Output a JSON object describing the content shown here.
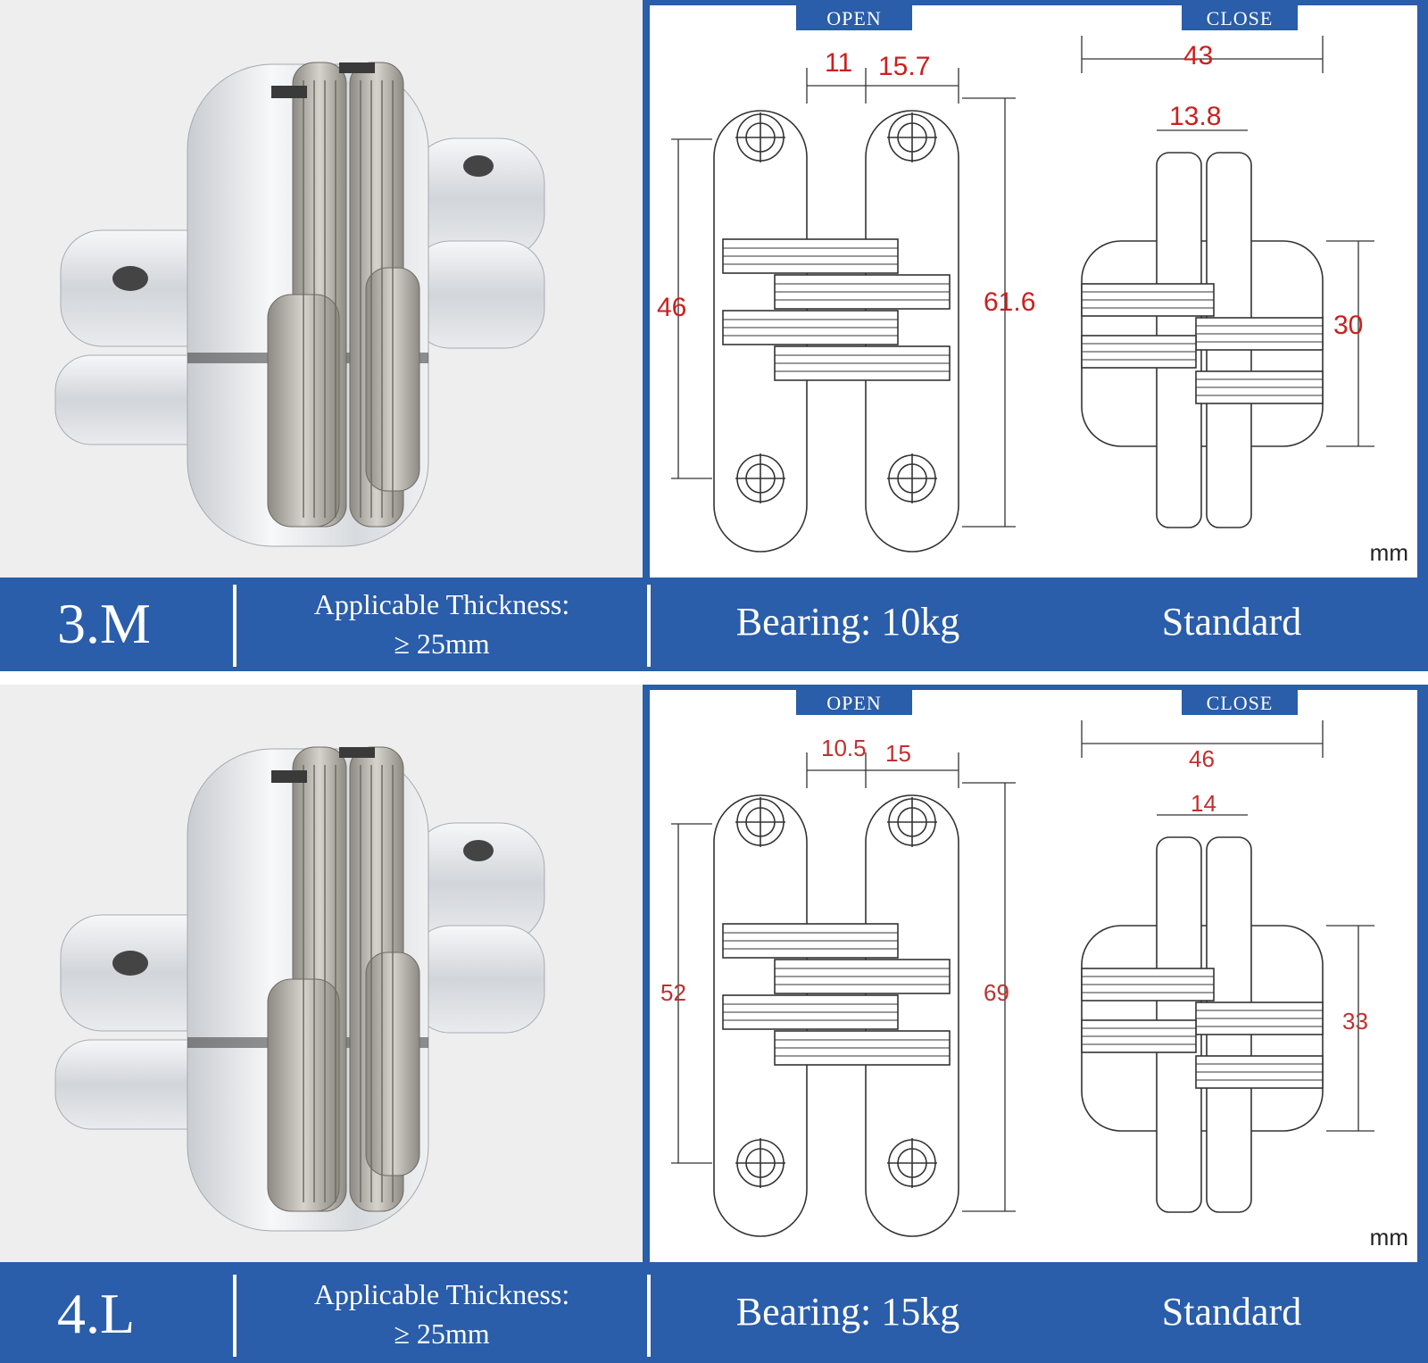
{
  "panels": [
    {
      "open_label": "OPEN",
      "close_label": "CLOSE",
      "open_dims": {
        "width_a": "11",
        "width_b": "15.7",
        "inner_height": "46",
        "total_height": "61.6"
      },
      "close_dims": {
        "total_width": "43",
        "slot_width": "13.8",
        "body_height": "30"
      },
      "unit": "mm",
      "model": "3.M",
      "thickness_label": "Applicable Thickness:",
      "thickness_value": "≥ 25mm",
      "bearing": "Bearing: 10kg",
      "grade": "Standard"
    },
    {
      "open_label": "OPEN",
      "close_label": "CLOSE",
      "open_dims": {
        "width_a": "10.5",
        "width_b": "15",
        "inner_height": "52",
        "total_height": "69"
      },
      "close_dims": {
        "total_width": "46",
        "slot_width": "14",
        "body_height": "33"
      },
      "unit": "mm",
      "model": "4.L",
      "thickness_label": "Applicable Thickness:",
      "thickness_value": "≥ 25mm",
      "bearing": "Bearing: 15kg",
      "grade": "Standard"
    }
  ],
  "colors": {
    "brand_blue": "#2a5daa",
    "dimension_red": "#cc1f1f",
    "photo_bg": "#eeeeee"
  },
  "icons": {
    "product": "cross-hinge-photo",
    "drawing": "hinge-technical-drawing"
  }
}
